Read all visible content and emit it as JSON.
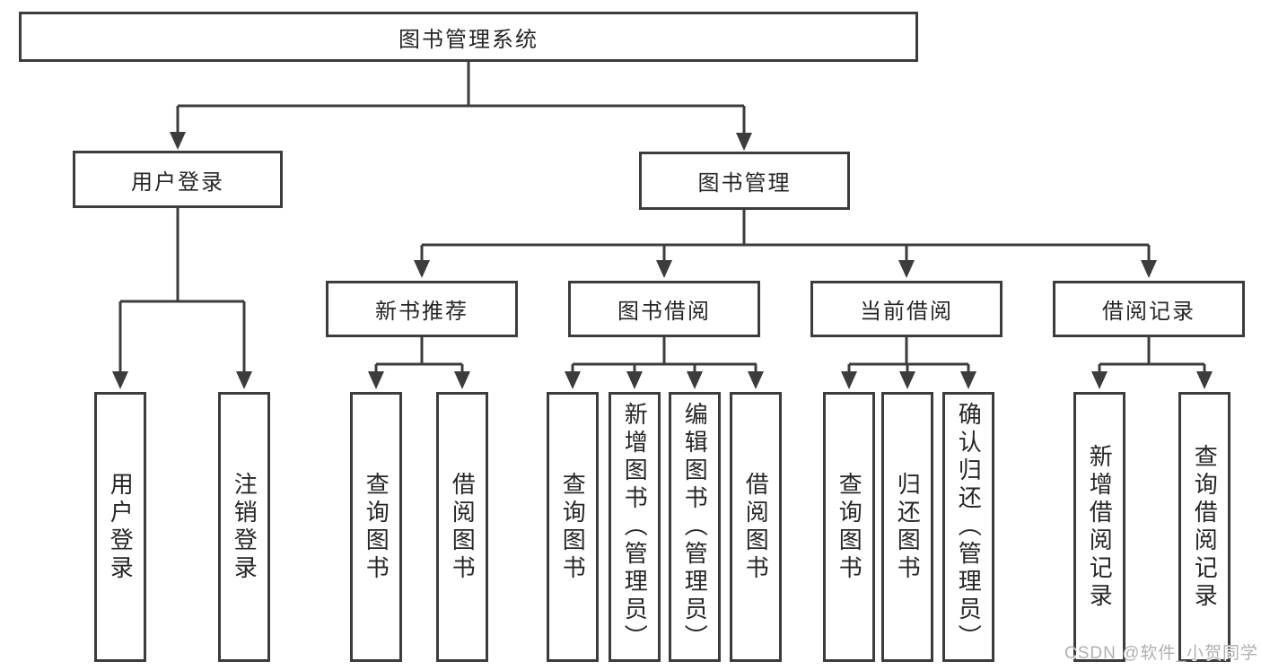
{
  "tree": {
    "label": "图书管理系统",
    "children": [
      {
        "label": "用户登录",
        "children": [
          {
            "label": "用户登录"
          },
          {
            "label": "注销登录"
          }
        ]
      },
      {
        "label": "图书管理",
        "children": [
          {
            "label": "新书推荐",
            "children": [
              {
                "label": "查询图书"
              },
              {
                "label": "借阅图书"
              }
            ]
          },
          {
            "label": "图书借阅",
            "children": [
              {
                "label": "查询图书"
              },
              {
                "label": "新增图书（管理员）"
              },
              {
                "label": "编辑图书（管理员）"
              },
              {
                "label": "借阅图书"
              }
            ]
          },
          {
            "label": "当前借阅",
            "children": [
              {
                "label": "查询图书"
              },
              {
                "label": "归还图书"
              },
              {
                "label": "确认归还（管理员）"
              }
            ]
          },
          {
            "label": "借阅记录",
            "children": [
              {
                "label": "新增借阅记录"
              },
              {
                "label": "查询借阅记录"
              }
            ]
          }
        ]
      }
    ]
  },
  "watermark": {
    "text": "CSDN @软件_小贺同学"
  },
  "colors": {
    "line": "#3c3c3c",
    "text": "#262626",
    "box_background": "#ffffff",
    "watermark": "#b0b0b0"
  }
}
